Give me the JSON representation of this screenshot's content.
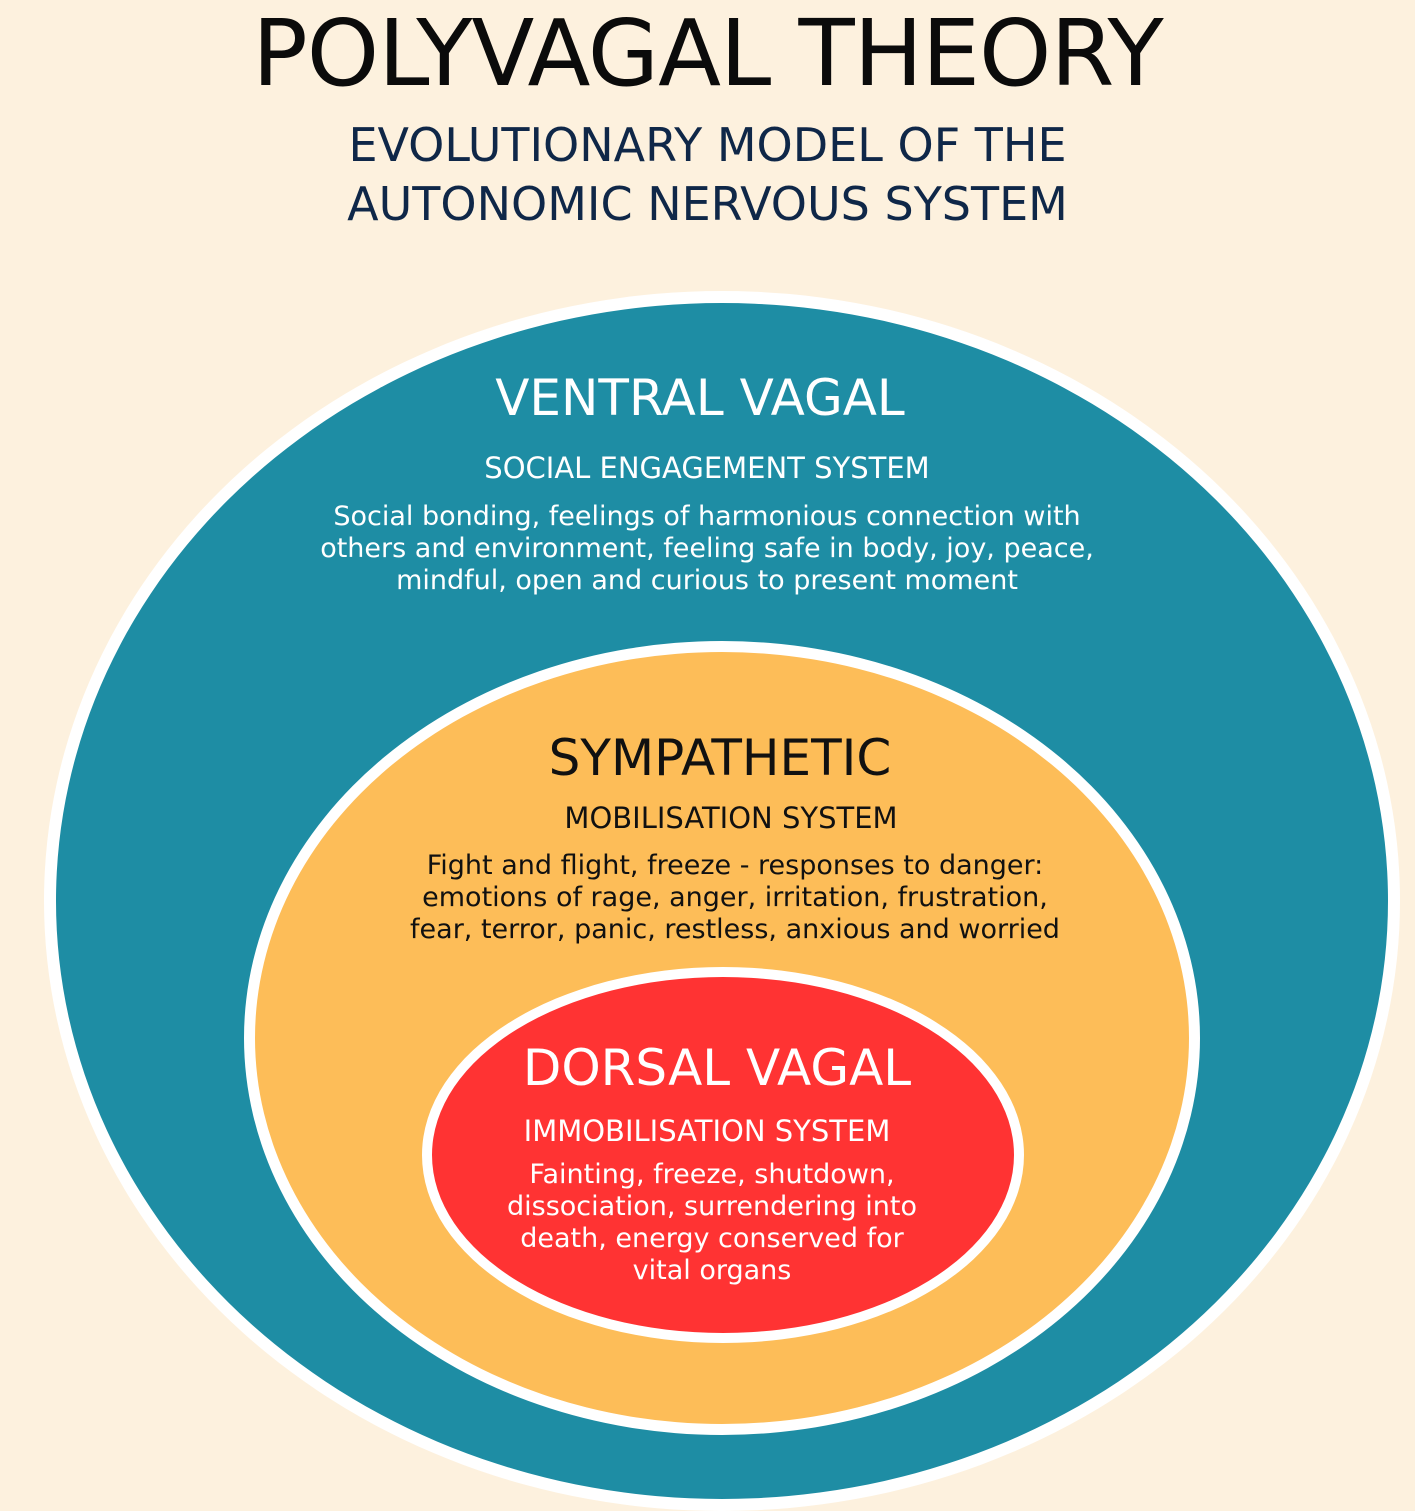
{
  "header": {
    "title": "POLYVAGAL THEORY",
    "subtitle": "EVOLUTIONARY MODEL OF THE\nAUTONOMIC NERVOUS SYSTEM"
  },
  "zones": {
    "ventral": {
      "title": "VENTRAL VAGAL",
      "system": "SOCIAL ENGAGEMENT SYSTEM",
      "description": "Social bonding, feelings of harmonious connection with\nothers and environment, feeling safe in body, joy, peace,\nmindful, open and curious to present moment"
    },
    "sympathetic": {
      "title": "SYMPATHETIC",
      "system": "MOBILISATION SYSTEM",
      "description": "Fight and flight, freeze - responses to danger:\nemotions of rage, anger, irritation, frustration,\nfear, terror, panic, restless, anxious and worried"
    },
    "dorsal": {
      "title": "DORSAL VAGAL",
      "system": "IMMOBILISATION SYSTEM",
      "description": "Fainting, freeze, shutdown,\ndissociation, surrendering into\ndeath, energy conserved for\nvital organs"
    }
  },
  "colors": {
    "background": "#fdf1de",
    "ventral": "#1e8da4",
    "sympathetic": "#fdbd58",
    "dorsal": "#ff3333",
    "ring_border": "#ffffff",
    "title_text": "#0b0b0b",
    "subtitle_text": "#0f2748",
    "light_text": "#ffffff",
    "dark_text": "#111111"
  }
}
